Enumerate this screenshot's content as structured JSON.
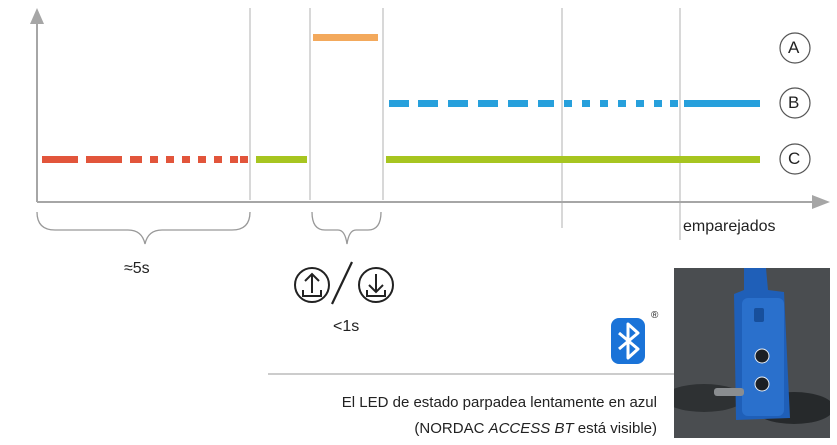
{
  "channels": [
    {
      "id": "A",
      "label": "A"
    },
    {
      "id": "B",
      "label": "B"
    },
    {
      "id": "C",
      "label": "C"
    }
  ],
  "labels": {
    "paired": "emparejados",
    "approx_5s": "≈5s",
    "less_1s": "<1s",
    "caption_line1": "El LED de estado parpadea lentamente en azul",
    "caption_line2_prefix": "(NORDAC ",
    "caption_line2_italic": "ACCESS BT",
    "caption_line2_suffix": " está visible)",
    "registered_mark": "®"
  },
  "colors": {
    "red": "#e2553b",
    "orange": "#f3a95c",
    "blue": "#27a0dc",
    "green": "#a7c520",
    "axis": "#a6a6a6",
    "bluetooth": "#1a73d8"
  },
  "icons": {
    "upload": "upload-icon",
    "download": "download-icon",
    "bluetooth": "bluetooth-icon",
    "device_photo": "device-photo"
  }
}
